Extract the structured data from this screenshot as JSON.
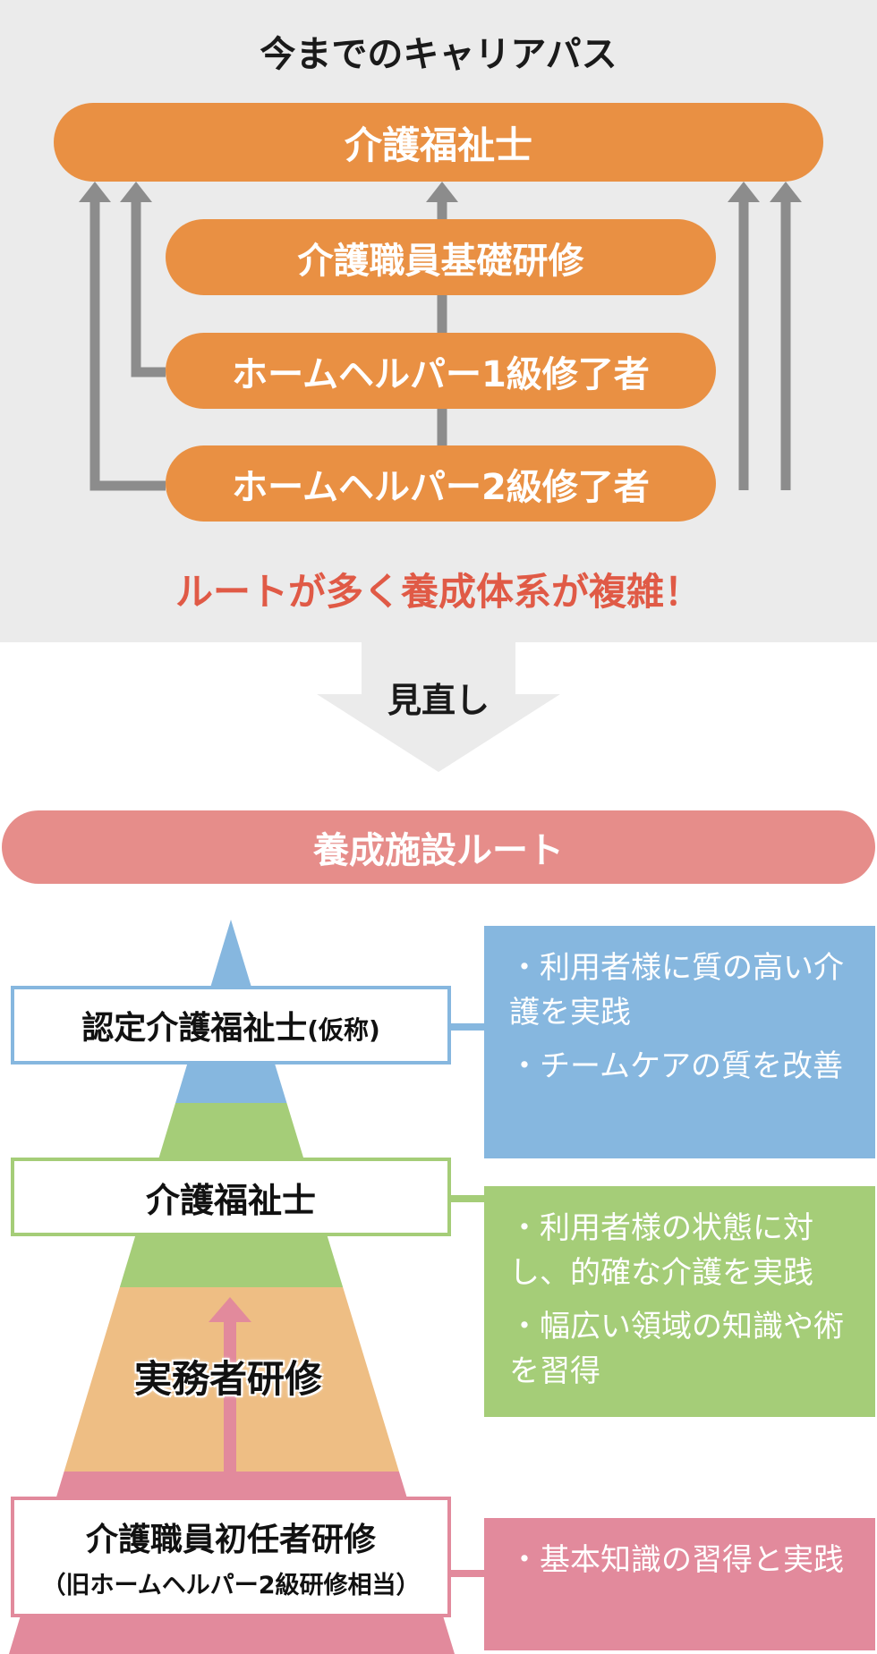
{
  "top": {
    "title": "今までのキャリアパス",
    "box_top": "介護福祉士",
    "box_basic": "介護職員基礎研修",
    "box_hh1": "ホームヘルパー1級修了者",
    "box_hh2": "ホームヘルパー2級修了者",
    "warning": "ルートが多く養成体系が複雑！"
  },
  "transition": {
    "label": "見直し"
  },
  "route": {
    "label": "養成施設ルート"
  },
  "tiers": {
    "certified": {
      "name": "認定介護福祉士",
      "suffix": "(仮称)",
      "desc": [
        "・利用者様に質の高い介護を実践",
        "・チームケアの質を改善"
      ]
    },
    "caregiver": {
      "name": "介護福祉士",
      "desc": [
        "・利用者様の状態に対し、的確な介護を実践",
        "・幅広い領域の知識や術を習得"
      ]
    },
    "practice": {
      "name": "実務者研修"
    },
    "initial": {
      "name": "介護職員初任者研修",
      "sub": "（旧ホームヘルパー2級研修相当）",
      "desc": [
        "・基本知識の習得と実践"
      ]
    }
  },
  "colors": {
    "top_bg": "#ebebeb",
    "orange": "#e99043",
    "arrow_gray": "#8c8c8c",
    "warning_red": "#e05a46",
    "route_pink": "#e68d8a",
    "blue": "#86b7df",
    "green": "#a5cd78",
    "light_orange": "#eebe84",
    "pink": "#e28a9c"
  }
}
